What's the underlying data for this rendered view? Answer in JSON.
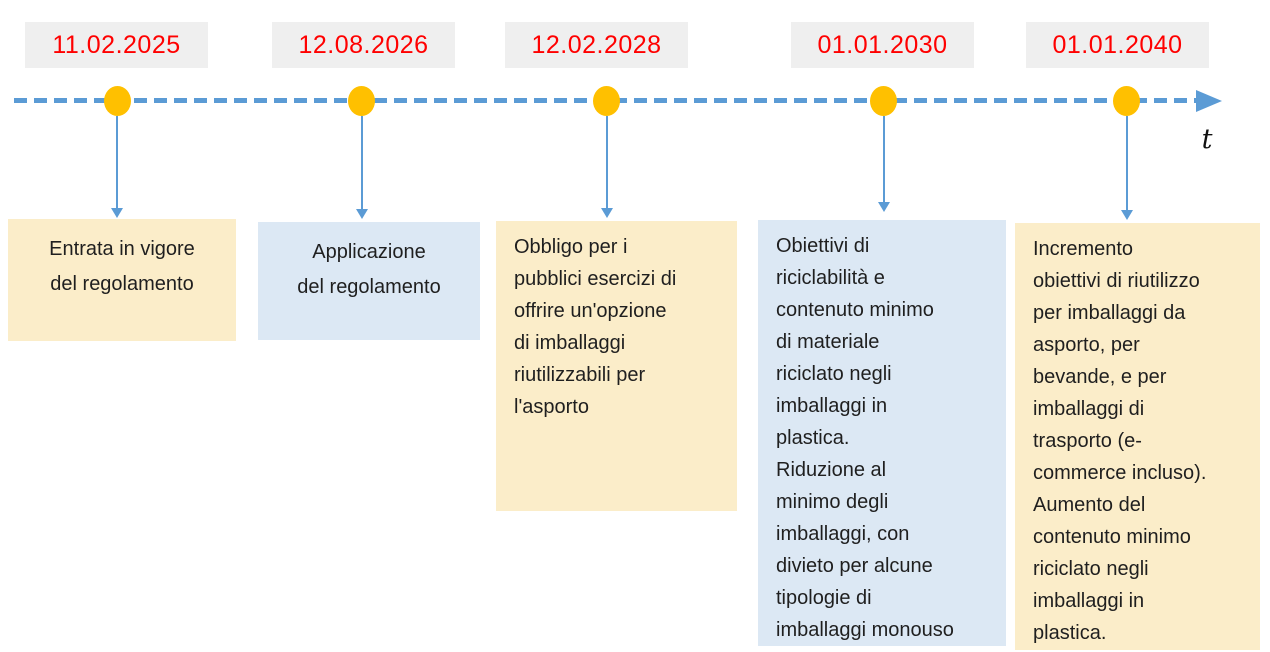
{
  "diagram": {
    "title_hint": "EU packaging regulation timeline",
    "axis_label": "t",
    "colors": {
      "axis_blue": "#5B9BD5",
      "marker_yellow": "#FFC000",
      "date_text_red": "#FF0000",
      "date_chip_gray": "#EFEFEF",
      "box_yellow": "#FBEDC9",
      "box_blue": "#DCE8F4"
    },
    "events": [
      {
        "date": "11.02.2025",
        "description": "Entrata in vigore\ndel regolamento",
        "box_color": "yellow"
      },
      {
        "date": "12.08.2026",
        "description": "Applicazione\ndel regolamento",
        "box_color": "blue"
      },
      {
        "date": "12.02.2028",
        "description": "Obbligo per i\npubblici esercizi di\noffrire un'opzione\ndi imballaggi\nriutilizzabili per\nl'asporto",
        "box_color": "yellow"
      },
      {
        "date": "01.01.2030",
        "description": "Obiettivi di\nriciclabilità e\ncontenuto minimo\ndi materiale\nriciclato negli\nimballaggi in\nplastica.\nRiduzione al\nminimo degli\nimballaggi, con\ndivieto per alcune\ntipologie di\nimballaggi monouso",
        "box_color": "blue"
      },
      {
        "date": "01.01.2040",
        "description": "Incremento\nobiettivi di riutilizzo\nper imballaggi da\nasporto, per\nbevande, e per\nimballaggi di\ntrasporto (e-\ncommerce incluso).\nAumento del\ncontenuto minimo\nriciclato negli\nimballaggi in\nplastica.",
        "box_color": "yellow"
      }
    ]
  }
}
